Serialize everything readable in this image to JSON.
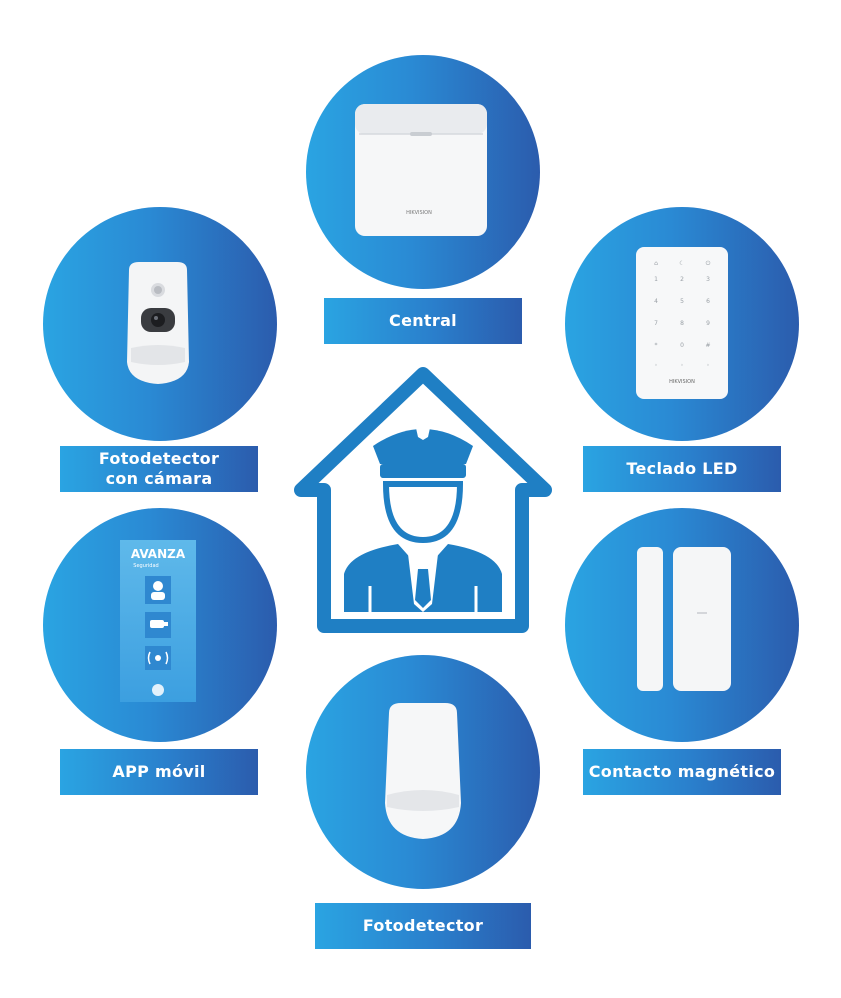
{
  "labels": {
    "central": "Central",
    "keypad": "Teclado LED",
    "photo_camera": "Fotodetector con cámara",
    "app": "APP móvil",
    "contact": "Contacto magnético",
    "photo": "Fotodetector"
  },
  "devices": {
    "central_brand": "HIKVISION",
    "keypad_brand": "HIKVISION",
    "keypad_keys": [
      "1",
      "2",
      "3",
      "4",
      "5",
      "6",
      "7",
      "8",
      "9",
      "*",
      "0",
      "#"
    ]
  },
  "app_screen": {
    "brand": "AVANZA",
    "tagline": "Seguridad"
  },
  "colors": {
    "gradient_light": "#2aa4e2",
    "gradient_dark": "#2b5cad",
    "house_icon": "#1f7fc4"
  }
}
